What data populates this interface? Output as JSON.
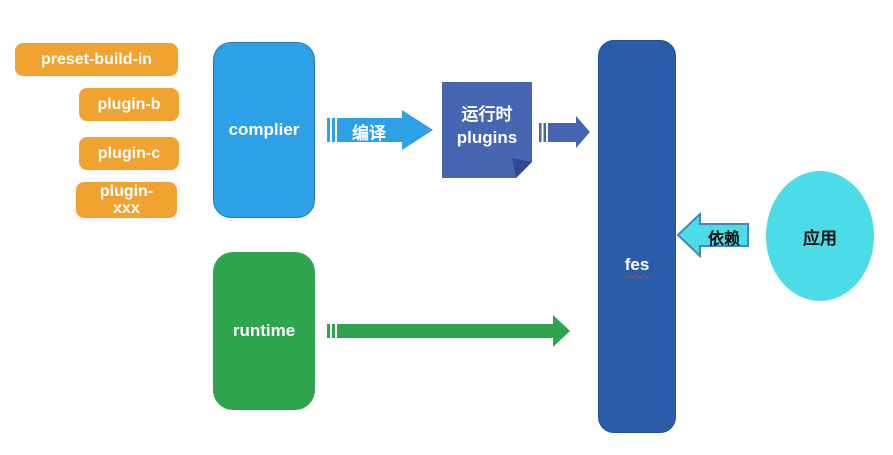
{
  "palette": {
    "orange": "#F0A330",
    "bright_blue": "#2EA0E8",
    "indigo": "#4666B2",
    "indigo_fold": "#2E4B91",
    "dark_blue": "#2B5CA9",
    "green": "#2EA44E",
    "cyan": "#4BDCE8"
  },
  "plugin_labels": {
    "preset": "preset-build-in",
    "plugin_b": "plugin-b",
    "plugin_c": "plugin-c",
    "plugin_xxx": "plugin-xxx"
  },
  "nodes": {
    "complier": {
      "label": "complier",
      "color": "#2EA0E8"
    },
    "runtime": {
      "label": "runtime",
      "color": "#2EA44E"
    },
    "runtime_plugins": {
      "label_line1": "运行时",
      "label_line2": "plugins",
      "color": "#4666B2"
    },
    "fes": {
      "label": "fes",
      "color": "#2B5CA9"
    },
    "app": {
      "label": "应用",
      "color": "#4BDCE8"
    }
  },
  "arrows": {
    "compile": {
      "label": "编译",
      "color": "#2EA0E8",
      "direction": "right"
    },
    "plugins_to_fes": {
      "label": "",
      "color": "#4666B2",
      "direction": "right"
    },
    "runtime_to_fes": {
      "label": "",
      "color": "#2EA44E",
      "direction": "right"
    },
    "depend": {
      "label": "依赖",
      "color": "#4BDCE8",
      "border_color": "#4485C5",
      "direction": "left"
    }
  }
}
